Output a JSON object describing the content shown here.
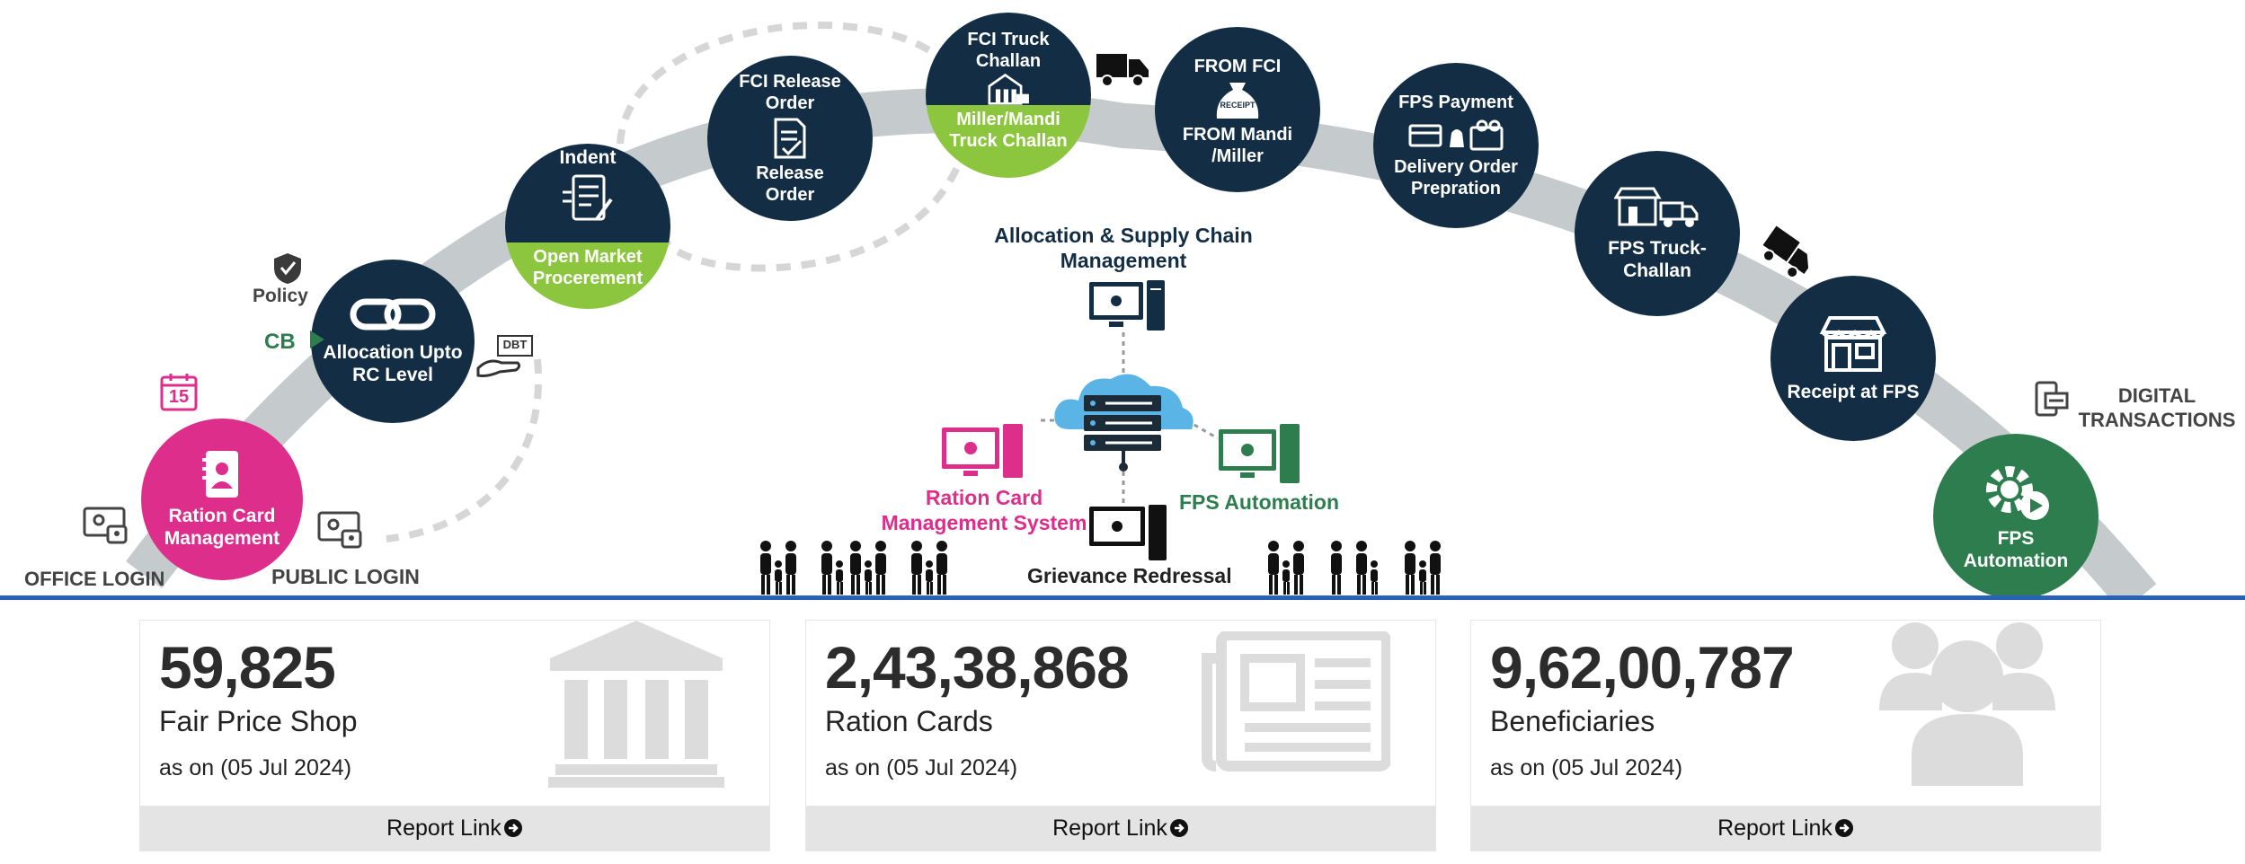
{
  "nodes": {
    "ration_card": "Ration Card Management",
    "allocation_rc": "Allocation Upto RC Level",
    "indent": "Indent",
    "open_market": "Open Market Procerement",
    "fci_release_order": "FCI Release Order",
    "release_order": "Release Order",
    "fci_truck_challan": "FCI Truck Challan",
    "miller_truck_challan": "Miller/Mandi Truck Challan",
    "from_fci": "FROM FCI",
    "receipt_tag": "RECEIPT",
    "from_mandi": "FROM Mandi /Miller",
    "fps_payment": "FPS Payment",
    "delivery_order": "Delivery Order Prepration",
    "fps_truck_challan": "FPS Truck-Challan",
    "receipt_at_fps": "Receipt at FPS",
    "fps_automation": "FPS Automation"
  },
  "side_labels": {
    "policy": "Policy",
    "cb": "CB",
    "dbt": "DBT",
    "calendar_day": "15",
    "office_login": "OFFICE LOGIN",
    "public_login": "PUBLIC LOGIN",
    "digital_transactions": "DIGITAL TRANSACTIONS"
  },
  "center": {
    "allocation_title": "Allocation & Supply Chain Management",
    "rcms": "Ration Card Management System",
    "fps_automation": "FPS Automation",
    "grievance": "Grievance Redressal"
  },
  "stats": [
    {
      "value": "59,825",
      "label": "Fair Price Shop",
      "date": "as on (05 Jul 2024)",
      "link": "Report Link"
    },
    {
      "value": "2,43,38,868",
      "label": "Ration Cards",
      "date": "as on (05 Jul 2024)",
      "link": "Report Link"
    },
    {
      "value": "9,62,00,787",
      "label": "Beneficiaries",
      "date": "as on (05 Jul 2024)",
      "link": "Report Link"
    }
  ],
  "colors": {
    "navy": "#132e44",
    "pink": "#dd2e8c",
    "lime": "#8cc63f",
    "green": "#2e7d4f",
    "arc": "#c5cacd",
    "divider": "#2a62b8"
  }
}
